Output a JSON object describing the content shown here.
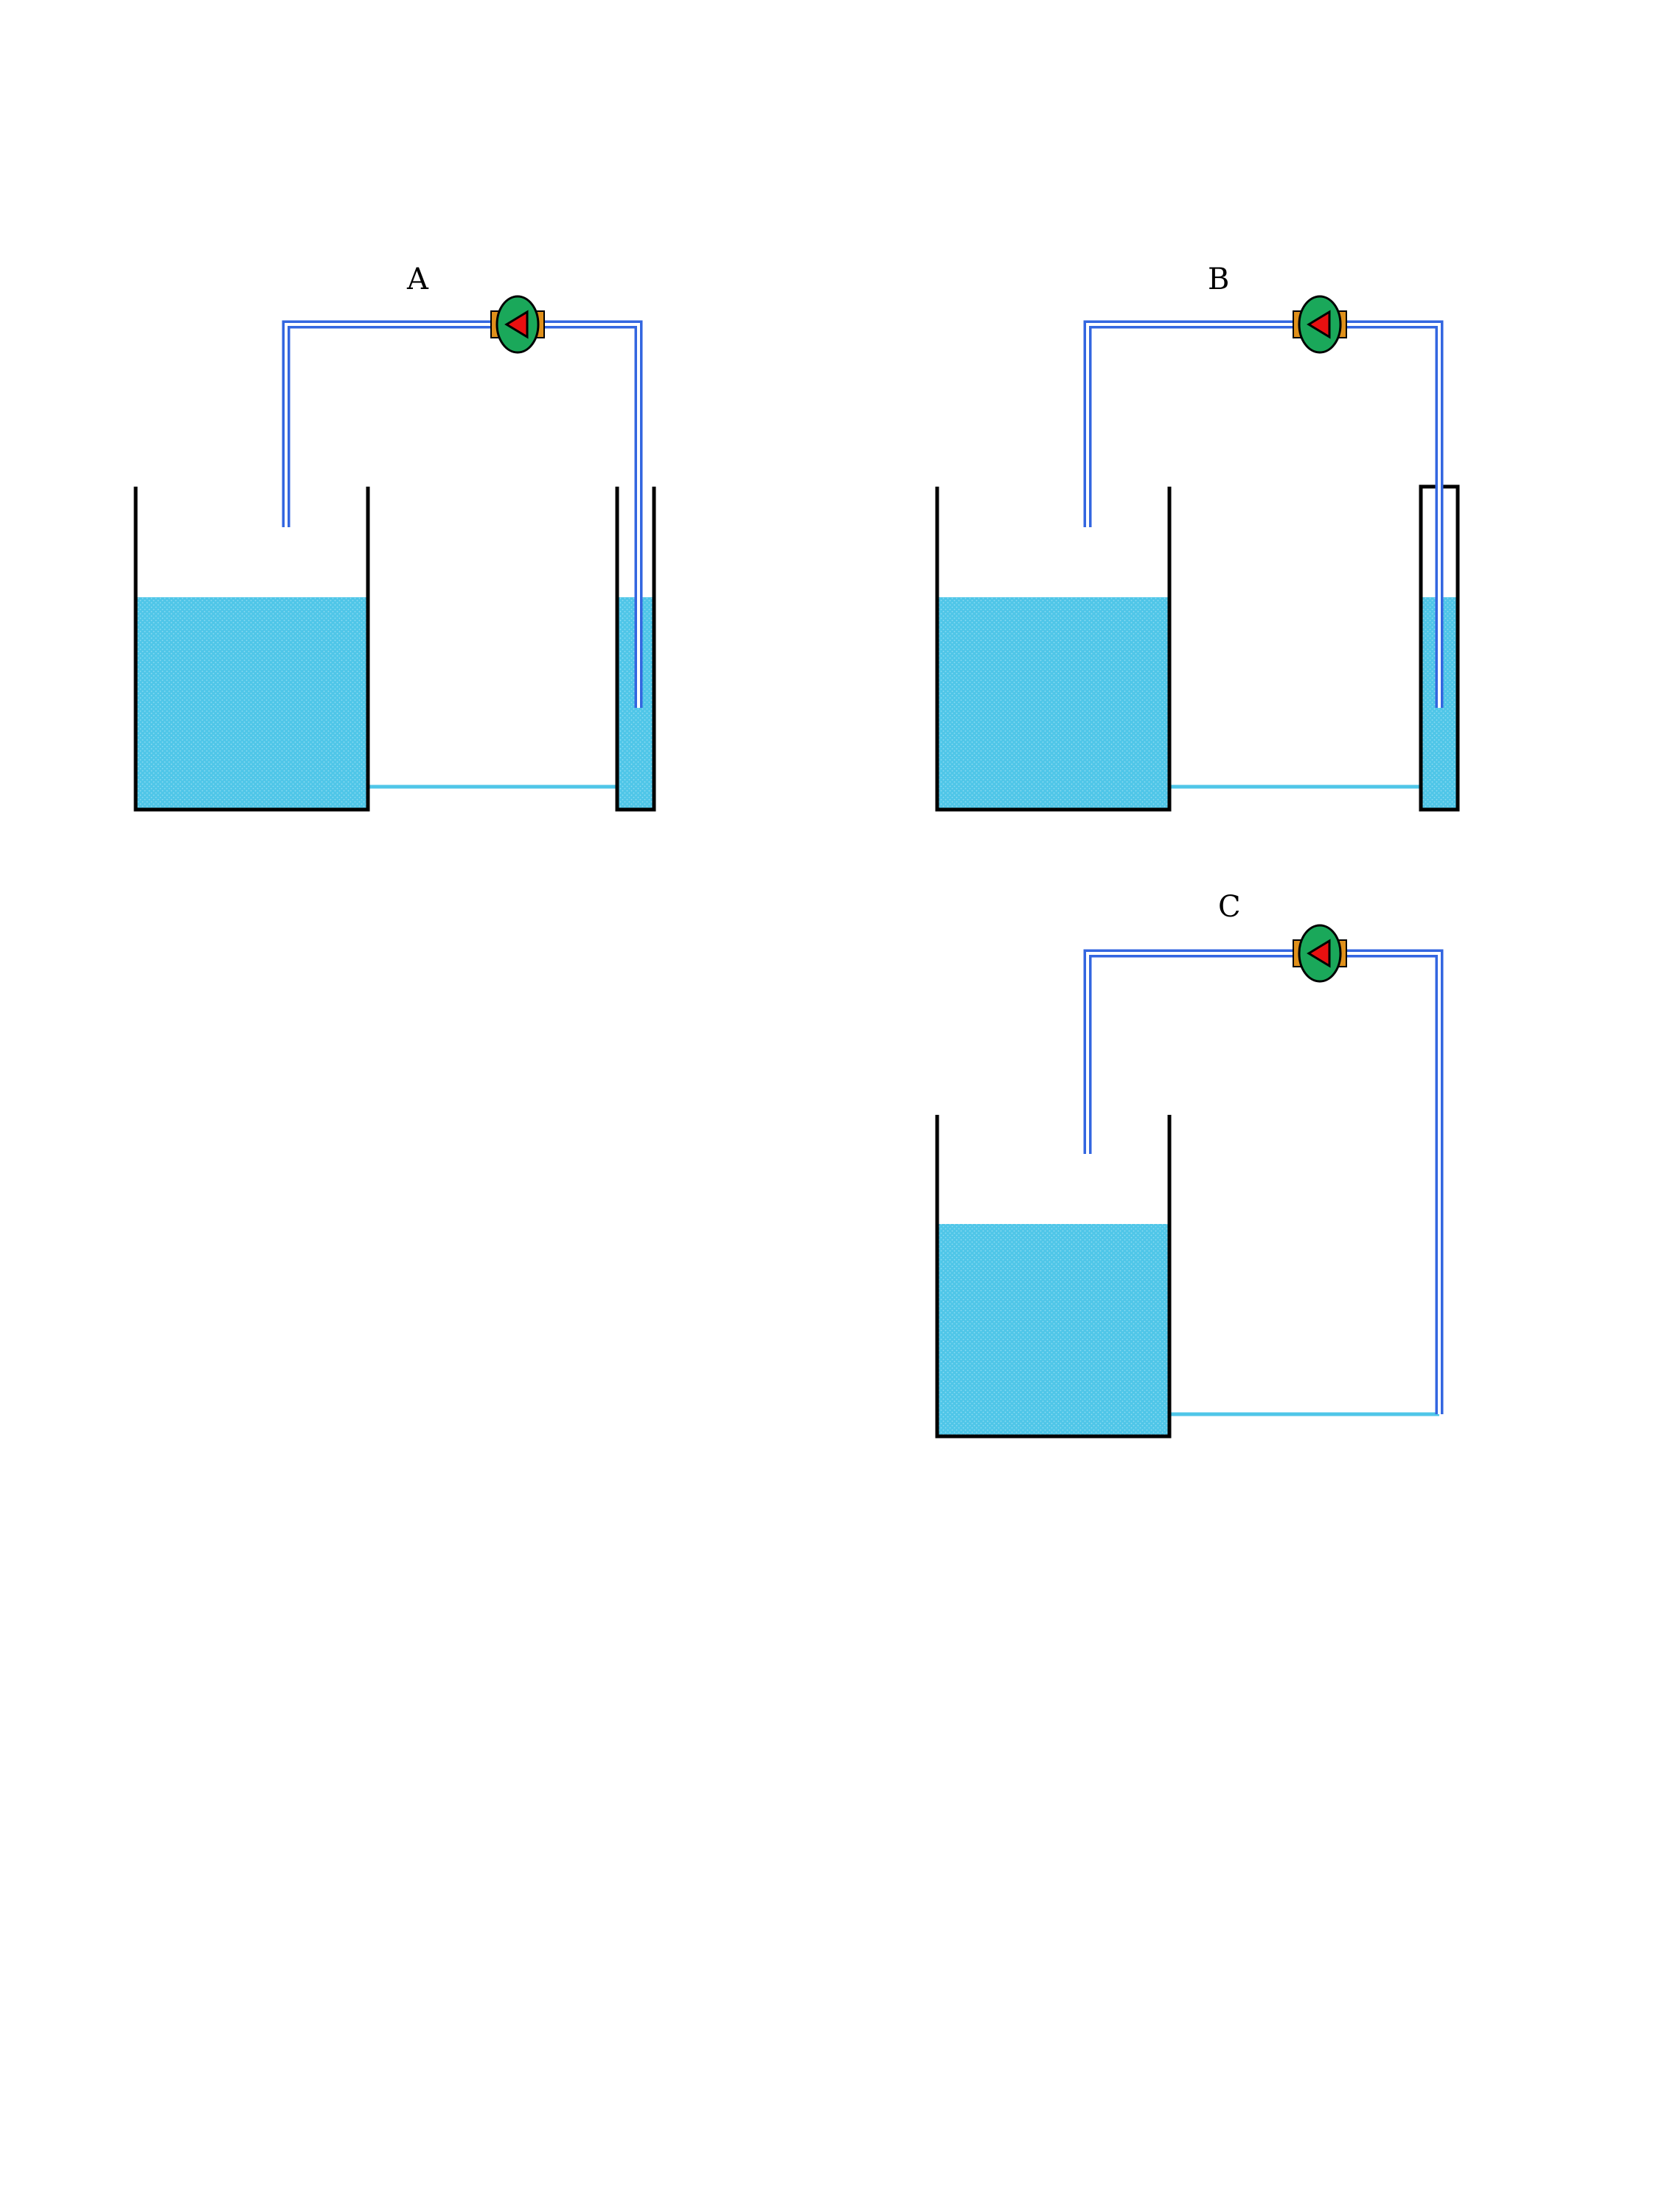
{
  "panels": [
    {
      "id": "A",
      "label": "A",
      "variant": "open-tube"
    },
    {
      "id": "B",
      "label": "B",
      "variant": "sealed-tube"
    },
    {
      "id": "C",
      "label": "C",
      "variant": "no-tube"
    }
  ],
  "colors": {
    "water": "#4fc6e8",
    "water_dots": "#8fdcf2",
    "pipe": "#3366e0",
    "pipe_core": "#ffffff",
    "pump_body": "#1aa85a",
    "pump_arrow": "#e81010",
    "pump_flange": "#e0901a",
    "vessel": "#000000",
    "connector": "#4fc6e8"
  },
  "icons": {
    "pump": "pump-icon"
  }
}
